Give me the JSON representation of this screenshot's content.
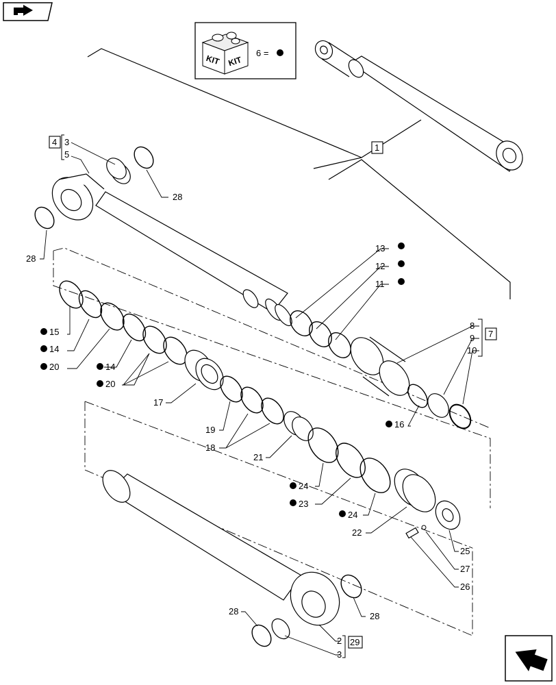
{
  "kit_legend": {
    "kit_word_left": "KIT",
    "kit_word_right": "KIT",
    "equation": "6 ="
  },
  "labels": {
    "l1": "1",
    "l2": "2",
    "l3a": "3",
    "l3b": "3",
    "l4": "4",
    "l5": "5",
    "l6": "6",
    "l7": "7",
    "l8": "8",
    "l9": "9",
    "l10": "10",
    "l11": "11",
    "l12": "12",
    "l13": "13",
    "l14a": "14",
    "l14b": "14",
    "l15": "15",
    "l16": "16",
    "l17": "17",
    "l18": "18",
    "l19": "19",
    "l20a": "20",
    "l20b": "20",
    "l21": "21",
    "l22": "22",
    "l23": "23",
    "l24a": "24",
    "l24b": "24",
    "l25": "25",
    "l26": "26",
    "l27": "27",
    "l28a": "28",
    "l28b": "28",
    "l28c": "28",
    "l28d": "28",
    "l29": "29"
  }
}
